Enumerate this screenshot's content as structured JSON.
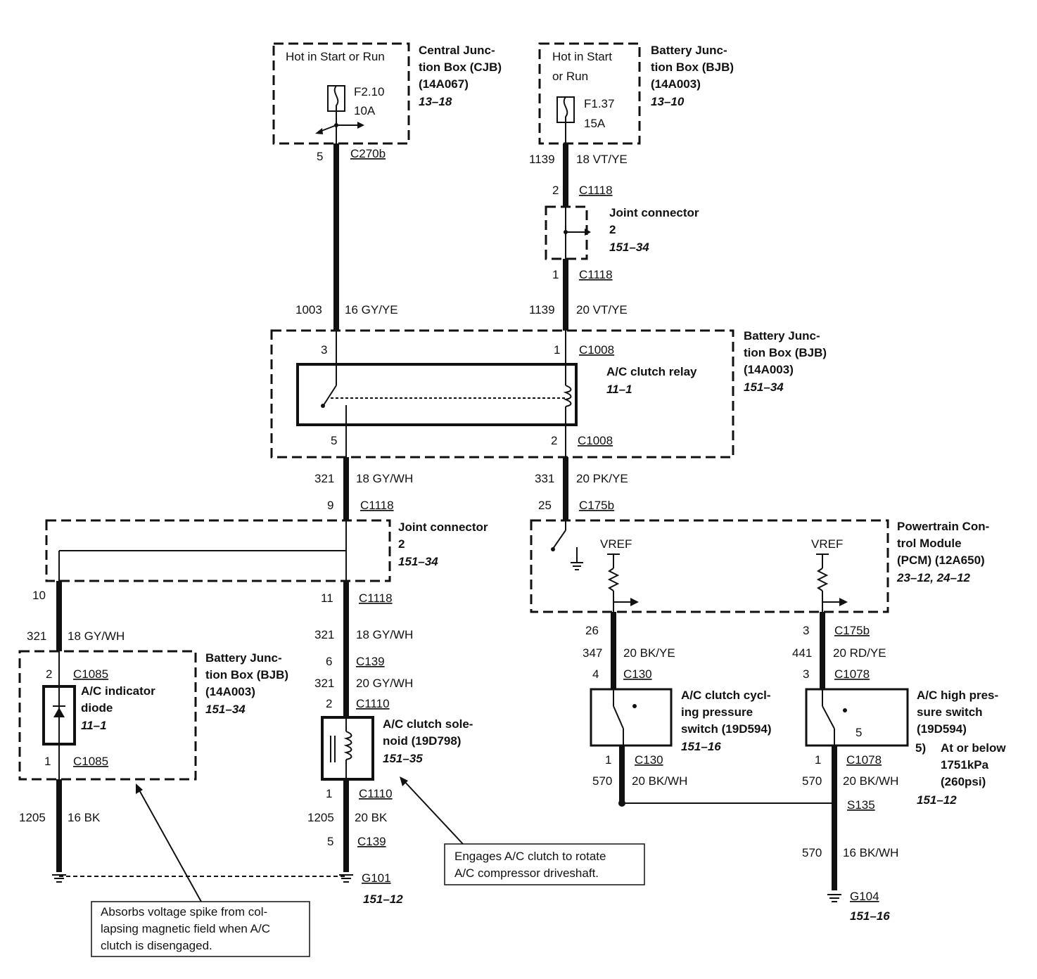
{
  "cjb": {
    "title": [
      "Central Junc-",
      "tion Box (CJB)",
      "(14A067)"
    ],
    "ref": "13–18",
    "hot": "Hot in Start or Run",
    "fuse": "F2.10",
    "amps": "10A"
  },
  "bjb_top": {
    "title": [
      "Battery Junc-",
      "tion Box (BJB)",
      "(14A003)"
    ],
    "ref": "13–10",
    "hot": [
      "Hot in Start",
      "or Run"
    ],
    "fuse": "F1.37",
    "amps": "15A"
  },
  "wires": {
    "w5": "5",
    "c270b": "C270b",
    "w1139a": "1139",
    "w18vtye": "18 VT/YE",
    "w2a": "2",
    "c1118a": "C1118",
    "w1a": "1",
    "c1118b": "C1118",
    "w1003": "1003",
    "w16gyye": "16 GY/YE",
    "w1139b": "1139",
    "w20vtye": "20 VT/YE",
    "w3": "3",
    "w1b": "1",
    "c1008a": "C1008",
    "w5b": "5",
    "w2b": "2",
    "c1008b": "C1008",
    "w321a": "321",
    "w18gywha": "18 GY/WH",
    "w331": "331",
    "w20pkye": "20 PK/YE",
    "w9": "9",
    "c1118c": "C1118",
    "w25": "25",
    "c175ba": "C175b",
    "w10": "10",
    "w11": "11",
    "c1118d": "C1118",
    "w321b": "321",
    "w18gywhb": "18 GY/WH",
    "w321c": "321",
    "w18gywhc": "18 GY/WH",
    "w6": "6",
    "c139a": "C139",
    "w321d": "321",
    "w20gywh": "20 GY/WH",
    "w2c": "2",
    "c1110a": "C1110",
    "w2d": "2",
    "c1085a": "C1085",
    "w1c": "1",
    "c1085b": "C1085",
    "w1205a": "1205",
    "w16bk": "16 BK",
    "w1d": "1",
    "c1110b": "C1110",
    "w1205b": "1205",
    "w20bk": "20 BK",
    "w5c": "5",
    "c139b": "C139",
    "g101": "G101",
    "g101ref": "151–12",
    "w26": "26",
    "w347": "347",
    "w20bkye": "20 BK/YE",
    "w4": "4",
    "c130a": "C130",
    "w1e": "1",
    "c130b": "C130",
    "w570a": "570",
    "w20bkwha": "20 BK/WH",
    "w3b": "3",
    "c175bb": "C175b",
    "w441": "441",
    "w20rdye": "20 RD/YE",
    "w3c": "3",
    "c1078a": "C1078",
    "w1f": "1",
    "c1078b": "C1078",
    "w570b": "570",
    "w20bkwhb": "20 BK/WH",
    "s135": "S135",
    "w570c": "570",
    "w16bkwh": "16 BK/WH",
    "g104": "G104",
    "g104ref": "151–16"
  },
  "joint_top": {
    "title": [
      "Joint connector",
      "2"
    ],
    "ref": "151–34"
  },
  "bjb_relay": {
    "title": [
      "Battery Junc-",
      "tion Box (BJB)",
      "(14A003)"
    ],
    "ref": "151–34",
    "relay": "A/C clutch relay",
    "relay_ref": "11–1"
  },
  "joint_mid": {
    "title": [
      "Joint connector",
      "2"
    ],
    "ref": "151–34"
  },
  "pcm": {
    "title": [
      "Powertrain Con-",
      "trol Module",
      "(PCM) (12A650)"
    ],
    "ref": "23–12, 24–12",
    "vref1": "VREF",
    "vref2": "VREF"
  },
  "bjb_diode": {
    "title": [
      "Battery Junc-",
      "tion Box (BJB)",
      "(14A003)"
    ],
    "ref": "151–34",
    "diode": [
      "A/C indicator",
      "diode"
    ],
    "diode_ref": "11–1"
  },
  "solenoid": {
    "title": [
      "A/C clutch sole-",
      "noid (19D798)"
    ],
    "ref": "151–35"
  },
  "cycling": {
    "title": [
      "A/C clutch cycl-",
      "ing pressure",
      "switch (19D594)"
    ],
    "ref": "151–16"
  },
  "high": {
    "title": [
      "A/C high pres-",
      "sure switch",
      "(19D594)"
    ],
    "pin": "5",
    "note_num": "5)",
    "note": [
      "At or below",
      "1751kPa",
      "(260psi)"
    ],
    "ref": "151–12"
  },
  "callouts": {
    "engage": [
      "Engages A/C clutch to rotate",
      "A/C compressor driveshaft."
    ],
    "absorb": [
      "Absorbs voltage spike from col-",
      "lapsing magnetic field when A/C",
      "clutch is disengaged."
    ]
  }
}
